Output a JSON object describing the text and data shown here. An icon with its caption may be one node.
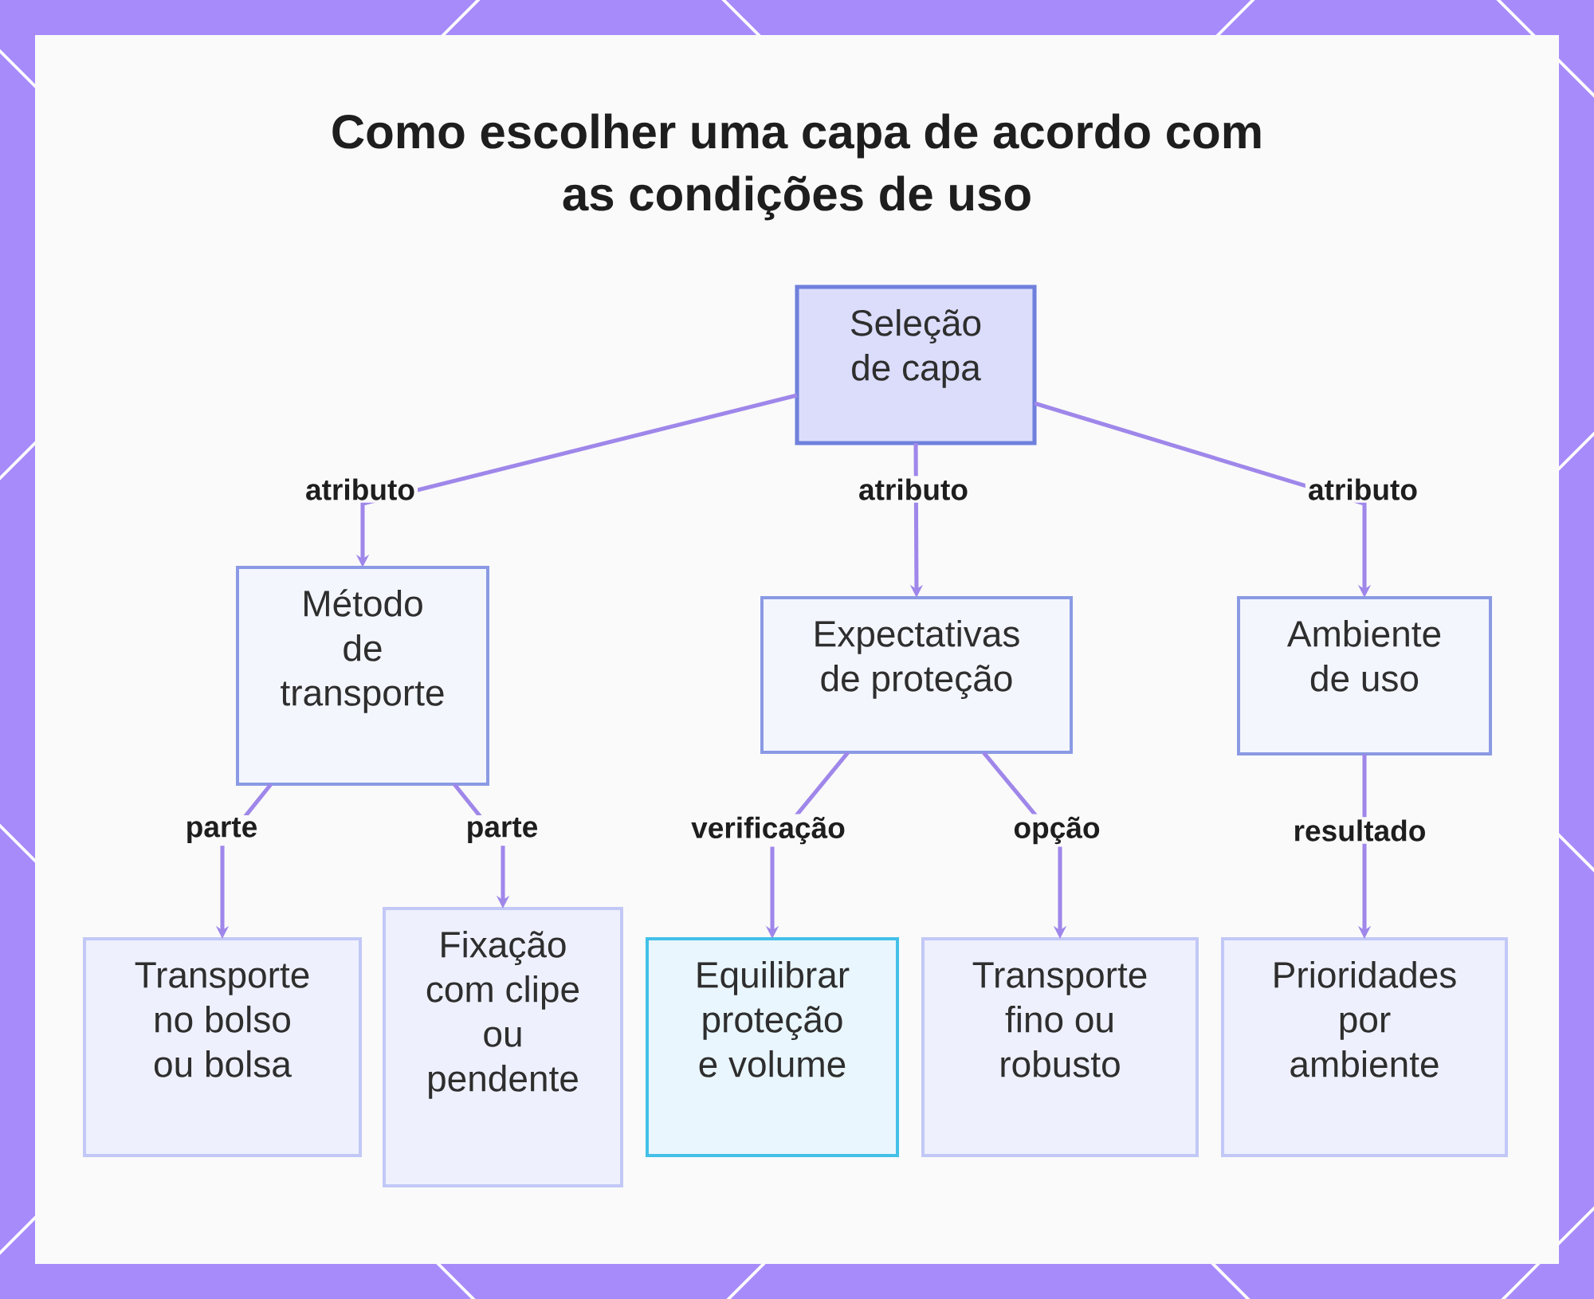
{
  "diagram": {
    "title": "Como escolher uma capa de acordo com as condições de uso",
    "nodes": [
      {
        "text": [
          "Seleção de capa"
        ]
      },
      {
        "text": [
          "Método de transporte"
        ]
      },
      {
        "text": [
          "Expectativas de proteção"
        ]
      },
      {
        "text": [
          "Ambiente de uso"
        ]
      },
      {
        "text": [
          "Transporte no bolso ou bolsa"
        ]
      },
      {
        "text": [
          "Fixação com clipe ou pendente"
        ]
      },
      {
        "text": [
          "Equilibrar proteção e volume"
        ]
      },
      {
        "text": [
          "Transporte fino ou robusto"
        ]
      },
      {
        "text": [
          "Prioridades por ambiente"
        ]
      }
    ],
    "edges": [
      {
        "from": 0,
        "to": 1,
        "arrow": "to",
        "label": "atributo"
      },
      {
        "from": 0,
        "to": 2,
        "arrow": "to",
        "label": "atributo"
      },
      {
        "from": 0,
        "to": 3,
        "arrow": "to",
        "label": "atributo"
      },
      {
        "from": 1,
        "to": 4,
        "arrow": "to",
        "label": "parte"
      },
      {
        "from": 1,
        "to": 5,
        "arrow": "to",
        "label": "parte"
      },
      {
        "from": 2,
        "to": 6,
        "arrow": "to",
        "label": "verificação"
      },
      {
        "from": 2,
        "to": 7,
        "arrow": "to",
        "label": "opção"
      },
      {
        "from": 3,
        "to": 8,
        "arrow": "to",
        "label": "resultado"
      }
    ]
  }
}
